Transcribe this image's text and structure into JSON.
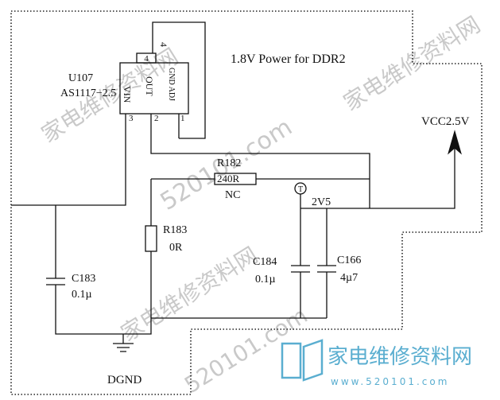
{
  "title": "1.8V Power for DDR2",
  "regulator": {
    "ref": "U107",
    "part": "AS1117−2.5",
    "tab_pin": "4",
    "pin4_top": "4",
    "pin_vin": "VIN",
    "pin_out": "OUT",
    "pin_gnd": "GND ADJ",
    "pin_num_vin": "3",
    "pin_num_out": "2",
    "pin_num_gnd": "1"
  },
  "r182": {
    "ref": "R182",
    "value": "240R",
    "note": "NC"
  },
  "r183": {
    "ref": "R183",
    "value": "0R"
  },
  "c183": {
    "ref": "C183",
    "value": "0.1µ"
  },
  "c184": {
    "ref": "C184",
    "value": "0.1µ"
  },
  "c166": {
    "ref": "C166",
    "value": "4µ7"
  },
  "testpoint": {
    "label": "T",
    "net": "2V5"
  },
  "vcc": {
    "label": "VCC2.5V"
  },
  "ground": {
    "label": "DGND"
  },
  "watermark": {
    "text": "家电维修资料网",
    "site": "www.520101.com",
    "site_short": "520101.com",
    "brand_url": "www.520101.com"
  }
}
